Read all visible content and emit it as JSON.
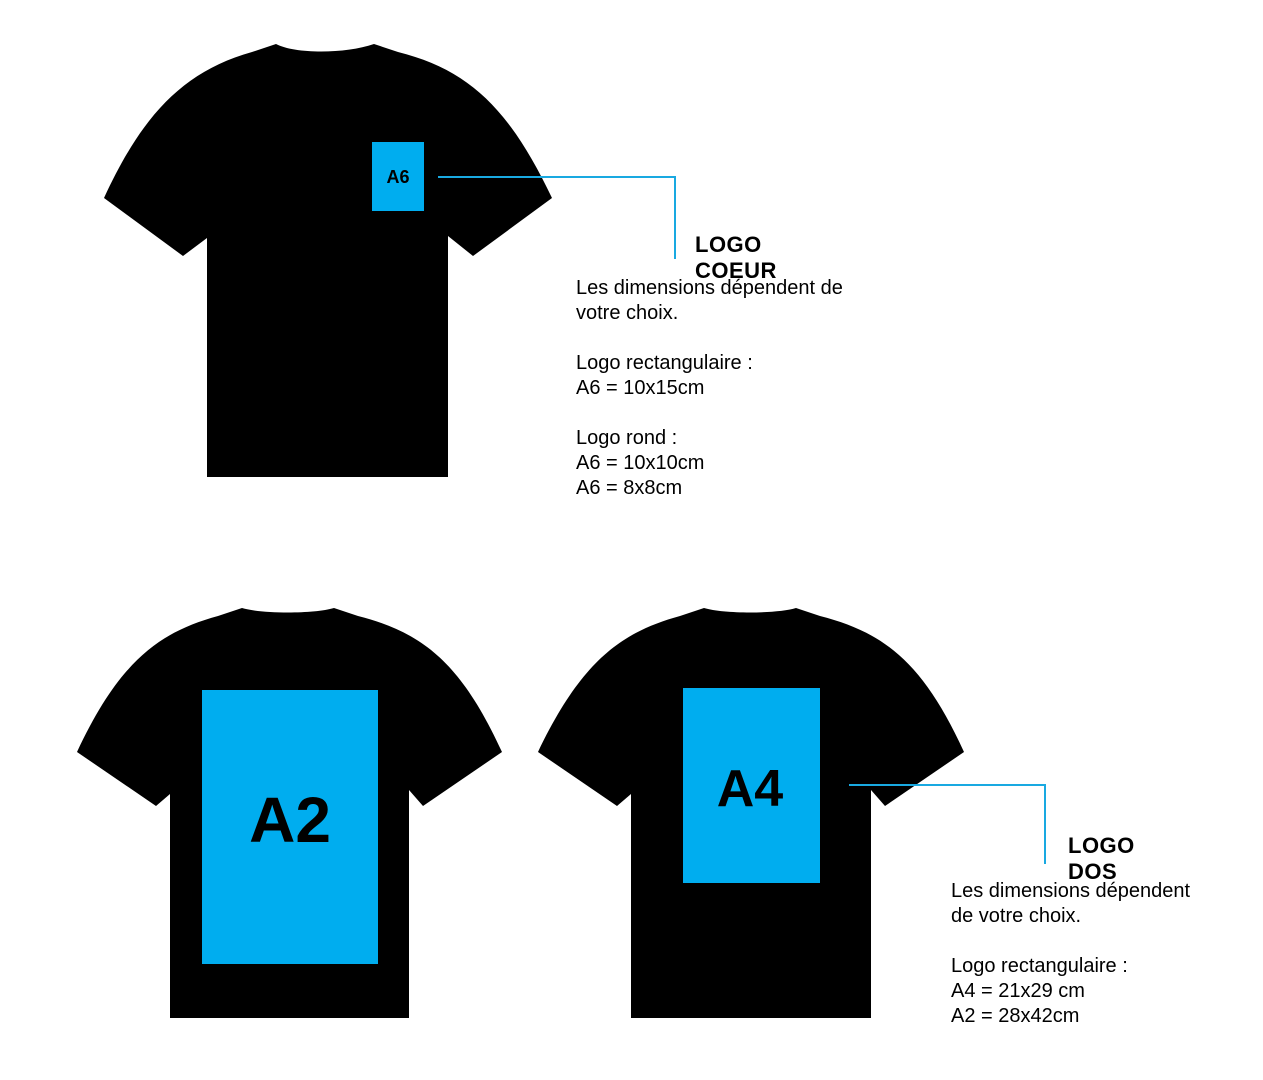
{
  "colors": {
    "shirt": "#000000",
    "patch": "#00adef",
    "callout_line": "#19a9e1",
    "text": "#000000"
  },
  "shirts": [
    {
      "name": "front-shirt",
      "patch_label": "A6"
    },
    {
      "name": "back-shirt-a2",
      "patch_label": "A2"
    },
    {
      "name": "back-shirt-a4",
      "patch_label": "A4"
    }
  ],
  "logo_coeur": {
    "title": "LOGO COEUR",
    "intro": "Les dimensions dépendent de\nvotre choix.",
    "rect_heading": "Logo rectangulaire :",
    "rect_a6": "A6 = 10x15cm",
    "round_heading": "Logo rond :",
    "round_a6_1": "A6 = 10x10cm",
    "round_a6_2": "A6 = 8x8cm"
  },
  "logo_dos": {
    "title": "LOGO DOS",
    "intro": "Les dimensions dépendent\nde votre choix.",
    "rect_heading": "Logo rectangulaire :",
    "rect_a4": "A4 = 21x29 cm",
    "rect_a2": "A2 = 28x42cm"
  }
}
